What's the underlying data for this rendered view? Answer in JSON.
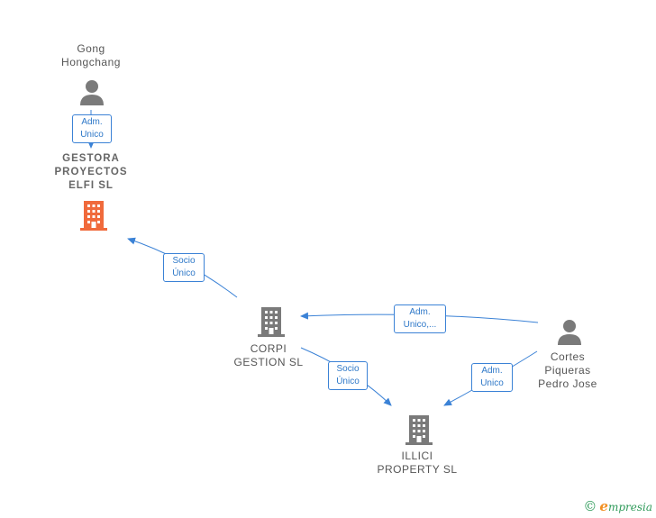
{
  "colors": {
    "edge": "#3b82d6",
    "company_main": "#f06a3c",
    "company": "#7a7a7a",
    "person": "#7a7a7a"
  },
  "nodes": {
    "gong": {
      "name": "Gong\nHongchang",
      "icon": "person-icon"
    },
    "gestora": {
      "name": "GESTORA\nPROYECTOS\nELFI  SL",
      "icon": "building-icon"
    },
    "corpi": {
      "name": "CORPI\nGESTION  SL",
      "icon": "building-icon"
    },
    "illici": {
      "name": "ILLICI\nPROPERTY  SL",
      "icon": "building-icon"
    },
    "cortes": {
      "name": "Cortes\nPiqueras\nPedro Jose",
      "icon": "person-icon"
    }
  },
  "edges": {
    "gong_gestora": "Adm.\nUnico",
    "corpi_gestora": "Socio\nÚnico",
    "cortes_corpi": "Adm.\nUnico,...",
    "corpi_illici": "Socio\nÚnico",
    "cortes_illici": "Adm.\nUnico"
  },
  "footer": {
    "copyright": "©",
    "brand_initial": "e",
    "brand_rest": "mpresia"
  }
}
